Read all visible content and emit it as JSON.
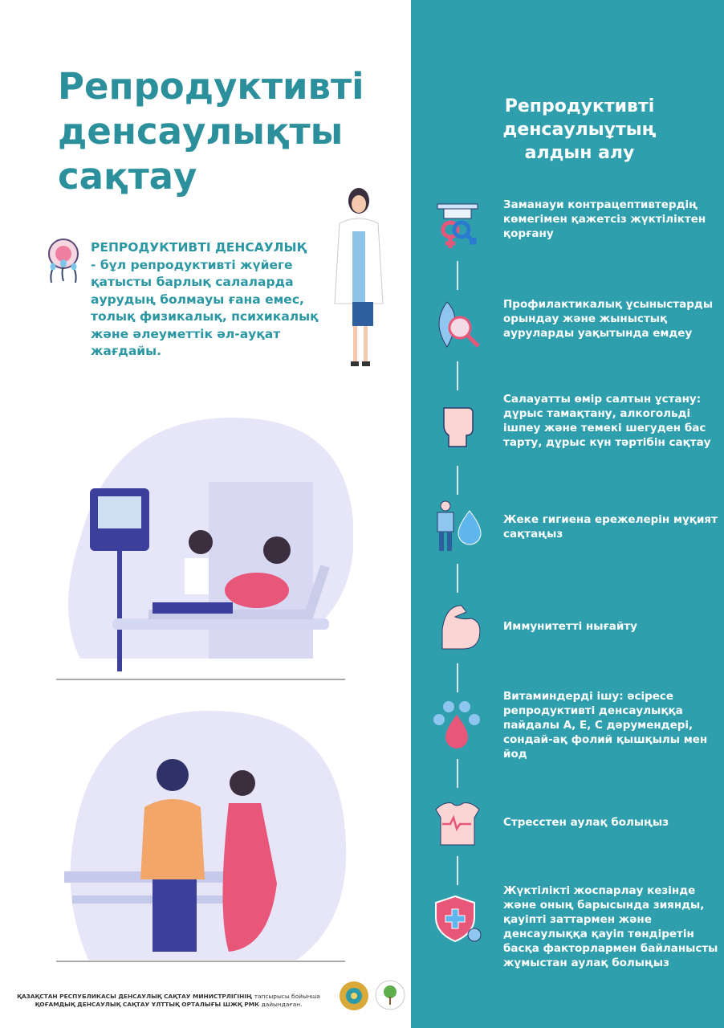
{
  "title_lines": [
    "Репродуктивті",
    "денсаулықты",
    "сақтау"
  ],
  "definition": {
    "term": "РЕПРОДУКТИВТІ ДЕНСАУЛЫҚ",
    "text": "- бұл репродуктивті жүйеге қатысты барлық салаларда аурудың болмауы ғана емес, толық физикалық, психикалық және әлеуметтік әл-ауқат жағдайы."
  },
  "panel": {
    "title_lines": [
      "Репродуктивті",
      "денсаулыұтың",
      "алдын алу"
    ],
    "items": [
      {
        "icon": "gender-symbols-icon",
        "text": "Заманауи контрацептивтердің көмегімен қажетсіз жүктіліктен қорғану"
      },
      {
        "icon": "leaf-magnifier-dna-icon",
        "text": "Профилактикалық ұсыныстарды орындау және жыныстық ауруларды уақытында емдеу"
      },
      {
        "icon": "raised-fist-icon",
        "text": "Салауатты өмір салтын ұстану: дұрыс тамақтану, алкогольді ішпеу және темекі шегуден бас тарту, дұрыс күн тәртібін сақтау"
      },
      {
        "icon": "person-water-drop-icon",
        "text": "Жеке гигиена ережелерін мұқият сақтаңыз"
      },
      {
        "icon": "flexed-arm-icon",
        "text": "Иммунитетті нығайту"
      },
      {
        "icon": "vitamin-drop-icon",
        "text": "Витаминдерді ішу: әсіресе репродуктивті денсаулыққа пайдалы А, Е, С дәрумендері, сондай-ақ фолий қышқылы мен йод"
      },
      {
        "icon": "heart-torso-icon",
        "text": "Стресстен аулақ болыңыз"
      },
      {
        "icon": "shield-cross-icon",
        "text": "Жүктілікті жоспарлау кезінде және оның барысында зиянды, қауіпті заттармен және денсаулыққа қауіп төндіретін басқа факторлармен байланысты жұмыстан аулақ болыңыз"
      }
    ]
  },
  "footer": {
    "line1_bold": "ҚАЗАҚСТАН РЕСПУБЛИКАСЫ ДЕНСАУЛЫҚ САҚТАУ МИНИСТРЛІГІНІҢ",
    "line1_normal": "тапсырысы бойынша",
    "line2_bold": "ҚОҒАМДЫҚ ДЕНСАУЛЫҚ САҚТАУ ҰЛТТЫҚ ОРТАЛЫҒЫ ШЖҚ РМК",
    "line2_normal": "дайындаған."
  },
  "colors": {
    "title": "#2b8f9c",
    "panel": "#2f9fae",
    "pink": "#e8577a",
    "lavender": "#e4e3f7"
  }
}
